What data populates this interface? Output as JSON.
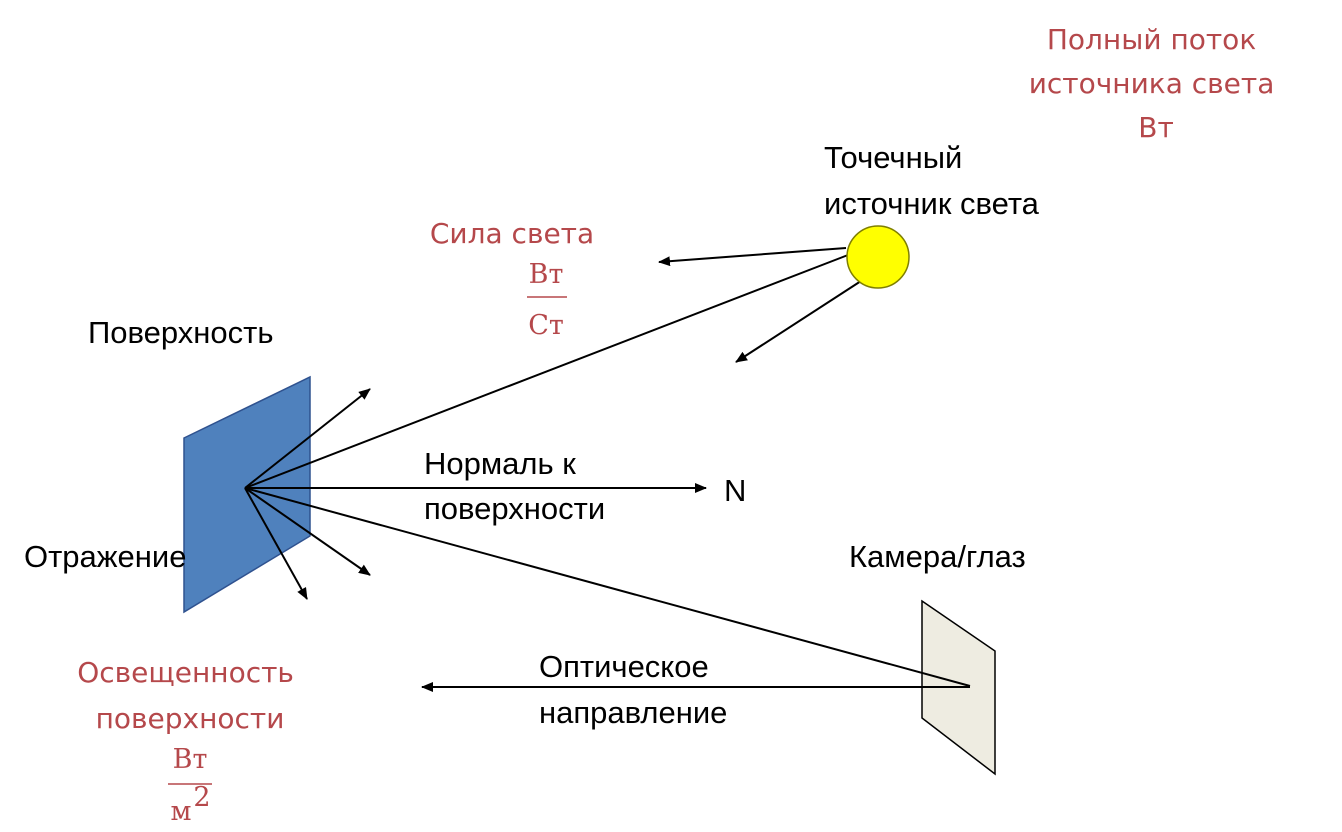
{
  "colors": {
    "surface_fill": "#4f81bd",
    "surface_stroke": "#2f528f",
    "camera_fill": "#eeece1",
    "camera_stroke": "#000000",
    "light_fill": "#ffff00",
    "light_stroke": "#7f7f00",
    "annotation_red": "#b5484b",
    "ray_color": "#000000"
  },
  "labels": {
    "total_flux": [
      "Полный поток",
      "источника света",
      "Вт"
    ],
    "point_source": [
      "Точечный",
      "источник света"
    ],
    "intensity": "Сила света",
    "intensity_num": "Вт",
    "intensity_den": "Ст",
    "surface": "Поверхность",
    "normal": [
      "Нормаль к",
      "поверхности"
    ],
    "normal_symbol": "N",
    "reflection": "Отражение",
    "camera": "Камера/глаз",
    "optical": [
      "Оптическое",
      "направление"
    ],
    "illuminance": [
      "Освещенность",
      "поверхности"
    ],
    "illuminance_num": "Вт",
    "illuminance_den": "м",
    "illuminance_exp": "2"
  },
  "icons": {
    "light_source": "yellow-circle",
    "surface": "blue-parallelogram",
    "camera": "beige-parallelogram"
  }
}
